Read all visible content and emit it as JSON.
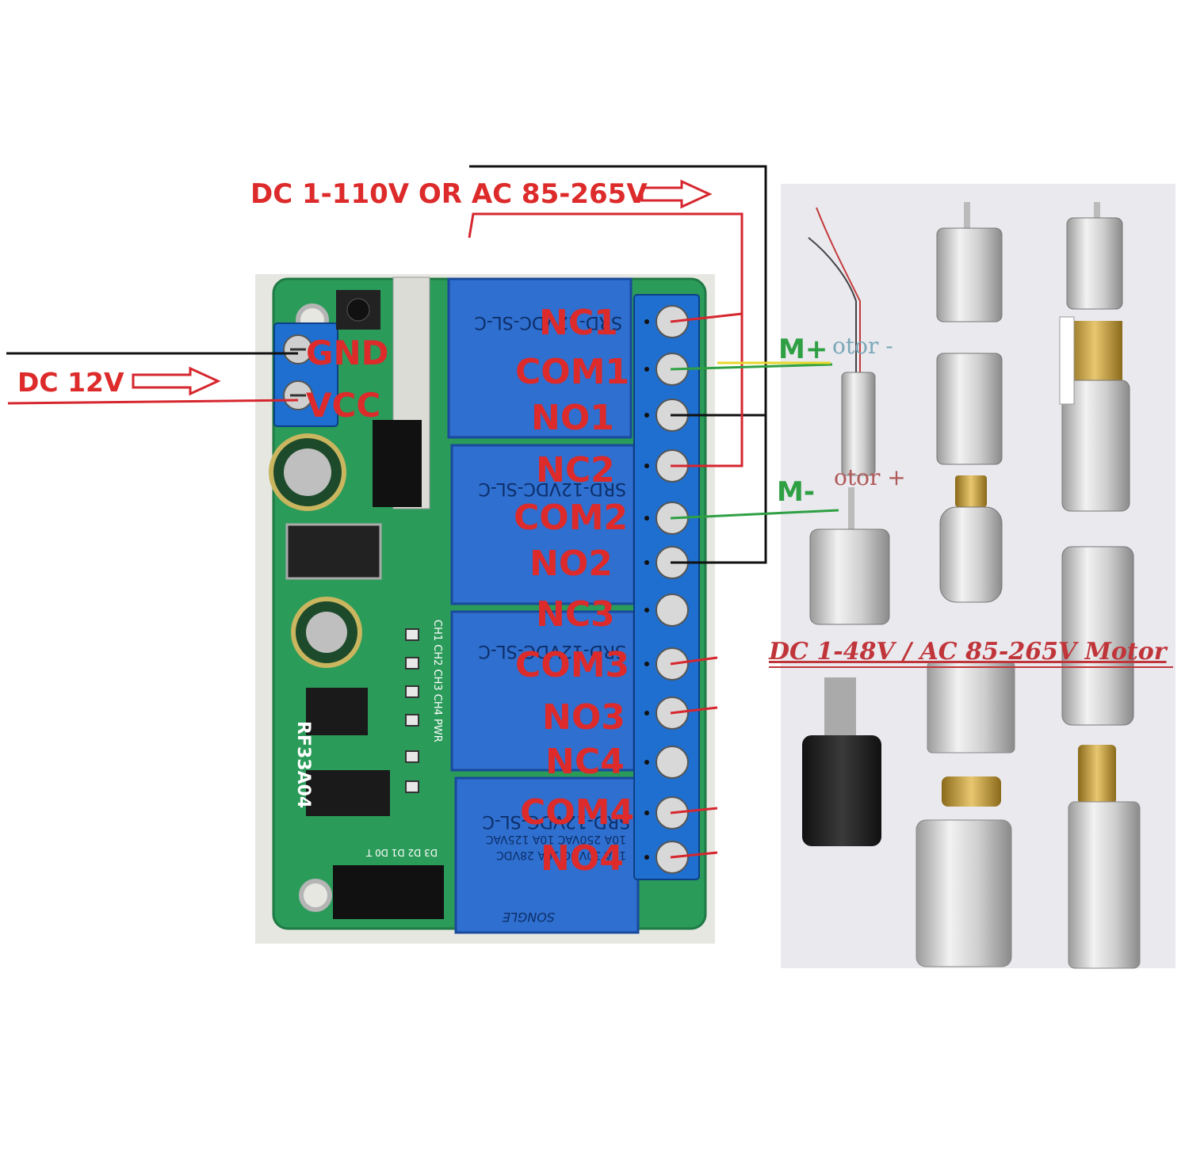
{
  "labels": {
    "supply_load": "DC 1-110V OR AC 85-265V",
    "supply_board": "DC 12V",
    "gnd": "GND",
    "vcc": "VCC",
    "motor_plus": "M+",
    "motor_minus": "M-",
    "motor_caption": "DC 1-48V / AC 85-265V Motor",
    "faded_minus": "otor -",
    "faded_plus": "otor +"
  },
  "terminals": [
    "NC1",
    "COM1",
    "NO1",
    "NC2",
    "COM2",
    "NO2",
    "NC3",
    "COM3",
    "NO3",
    "NC4",
    "COM4",
    "NO4"
  ],
  "board": {
    "model": "RF33A04",
    "relay_model": "SRD-12VDC-SL-C",
    "relay_rating_1": "10A 250VAC  10A 125VAC",
    "relay_rating_2": "10A 30VDC  10A 28VDC",
    "relay_brand": "SONGLE",
    "led_labels": "CH1 CH2 CH3 CH4 PWR",
    "header_labels": "D3  D2  D1  D0    T"
  },
  "colors": {
    "label_red": "#dd2a2a",
    "wire_black": "#111111",
    "wire_red": "#d6262e",
    "wire_green": "#2ea043",
    "wire_yellow": "#e6d82a",
    "pcb_green": "#2b9b5a",
    "relay_blue": "#2f6fcf",
    "terminal_blue": "#1f6fd0"
  }
}
